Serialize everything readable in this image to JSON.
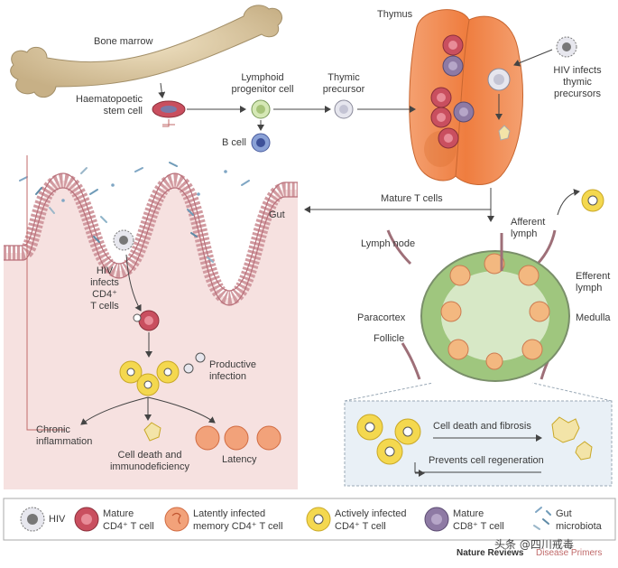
{
  "labels": {
    "bone_marrow": "Bone marrow",
    "haematopoietic_l1": "Haematopoetic",
    "haematopoietic_l2": "stem cell",
    "lymphoid_l1": "Lymphoid",
    "lymphoid_l2": "progenitor cell",
    "thymic_l1": "Thymic",
    "thymic_l2": "precursor",
    "thymus": "Thymus",
    "hiv_thymic_l1": "HIV infects",
    "hiv_thymic_l2": "thymic",
    "hiv_thymic_l3": "precursors",
    "b_cell": "B cell",
    "mature_t_cells": "Mature T cells",
    "gut": "Gut",
    "afferent_l1": "Afferent",
    "afferent_l2": "lymph",
    "lymph_node": "Lymph node",
    "efferent_l1": "Efferent",
    "efferent_l2": "lymph",
    "paracortex": "Paracortex",
    "medulla": "Medulla",
    "follicle": "Follicle",
    "hiv_cd4_l1": "HIV",
    "hiv_cd4_l2": "infects",
    "hiv_cd4_l3": "CD4⁺",
    "hiv_cd4_l4": "T cells",
    "productive_l1": "Productive",
    "productive_l2": "infection",
    "chronic_l1": "Chronic",
    "chronic_l2": "inflammation",
    "celldeath_l1": "Cell death and",
    "celldeath_l2": "immunodeficiency",
    "latency": "Latency",
    "fibrosis": "Cell death and fibrosis",
    "prevents": "Prevents cell regeneration"
  },
  "legend": [
    {
      "icon": "hiv-icon",
      "l1": "HIV",
      "l2": ""
    },
    {
      "icon": "mature-cd4-t-cell-icon",
      "l1": "Mature",
      "l2": "CD4⁺ T cell"
    },
    {
      "icon": "latent-memory-cd4-icon",
      "l1": "Latently infected",
      "l2": "memory CD4⁺ T cell"
    },
    {
      "icon": "active-cd4-icon",
      "l1": "Actively infected",
      "l2": "CD4⁺ T cell"
    },
    {
      "icon": "mature-cd8-t-cell-icon",
      "l1": "Mature",
      "l2": "CD8⁺ T cell"
    },
    {
      "icon": "gut-microbiota-icon",
      "l1": "Gut",
      "l2": "microbiota"
    }
  ],
  "footer": {
    "journal": "Nature Reviews",
    "series": "Disease Primers",
    "watermark": "头条 @四川戒毒"
  },
  "colors": {
    "gut_bg": "#f6e1e0",
    "thymus": "#ef8a4e",
    "mature_cd4": "#c94f5f",
    "cd8": "#8e7aa4",
    "active_ring": "#f4d84f",
    "latent": "#f2a27a",
    "lymph_node": "#c9e0b5",
    "fibrosis_box": "#e9f0f6"
  }
}
